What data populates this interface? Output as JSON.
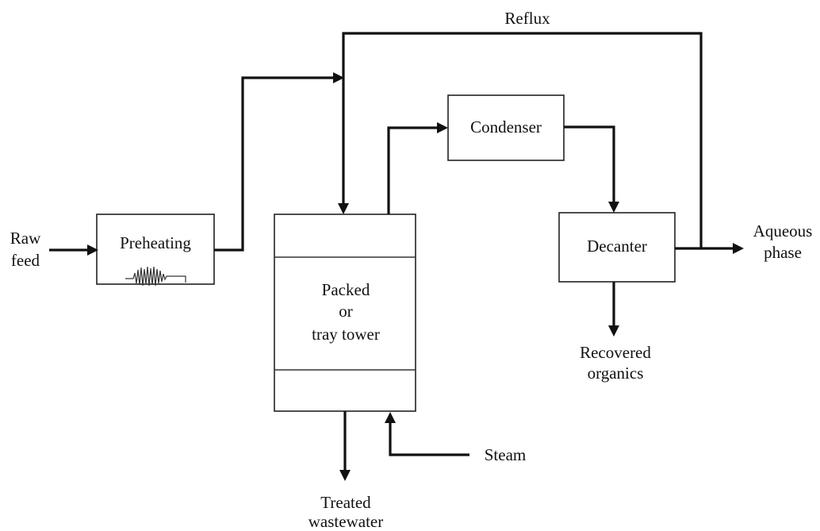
{
  "labels": {
    "raw_feed": [
      "Raw",
      "feed"
    ],
    "preheating": "Preheating",
    "tower": [
      "Packed",
      "or",
      "tray tower"
    ],
    "condenser": "Condenser",
    "decanter": "Decanter",
    "reflux": "Reflux",
    "aqueous_phase": [
      "Aqueous",
      "phase"
    ],
    "recovered_organics": [
      "Recovered",
      "organics"
    ],
    "treated_wastewater": [
      "Treated",
      "wastewater"
    ],
    "steam": "Steam"
  },
  "colors": {
    "line": "#111111",
    "box_border": "#222222",
    "background": "#ffffff"
  }
}
